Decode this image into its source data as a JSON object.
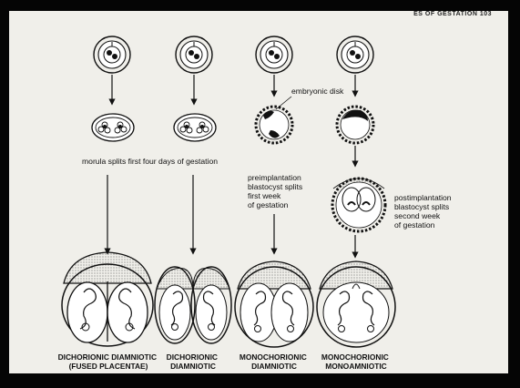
{
  "page": {
    "header_text": "ES OF GESTATION    103"
  },
  "labels": {
    "embryonic_disk": "embryonic disk",
    "morula": "morula splits first four days of gestation",
    "preimplantation": [
      "preimplantation",
      "blastocyst splits",
      "first week",
      "of gestation"
    ],
    "postimplantation": [
      "postimplantation",
      "blastocyst splits",
      "second week",
      "of gestation"
    ]
  },
  "outcomes": [
    {
      "lines": [
        "DICHORIONIC DIAMNIOTIC",
        "(FUSED PLACENTAE)"
      ]
    },
    {
      "lines": [
        "DICHORIONIC",
        "DIAMNIOTIC"
      ]
    },
    {
      "lines": [
        "MONOCHORIONIC",
        "DIAMNIOTIC"
      ]
    },
    {
      "lines": [
        "MONOCHORIONIC",
        "MONOAMNIOTIC"
      ]
    }
  ]
}
